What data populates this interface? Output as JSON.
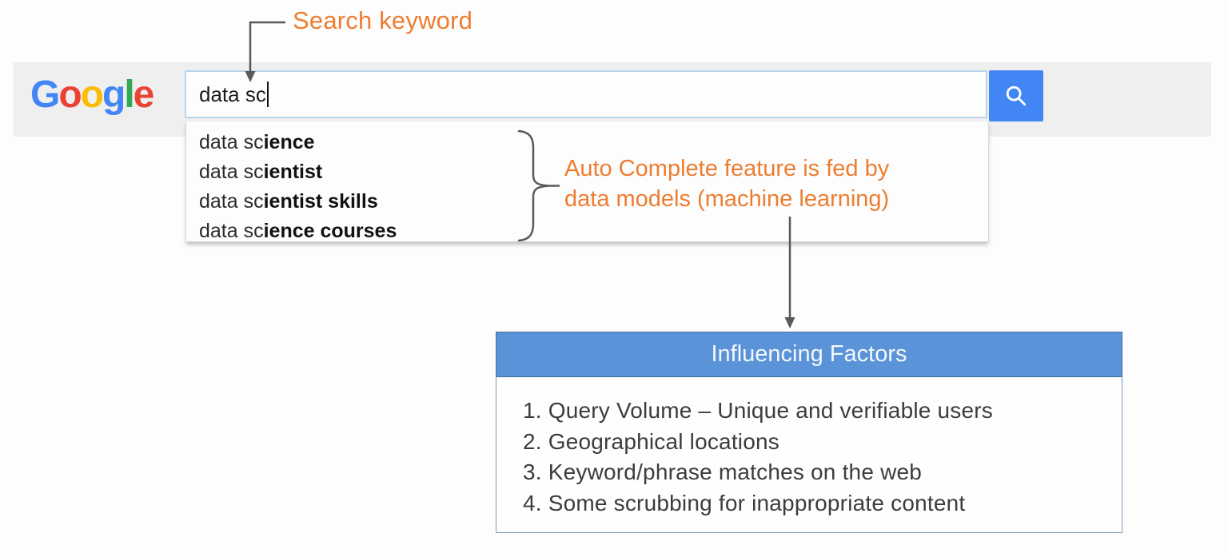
{
  "annotations": {
    "search_keyword": {
      "text": "Search keyword",
      "color": "#ED7D31"
    },
    "autocomplete_note": {
      "line1": "Auto Complete feature is fed by",
      "line2": "data models (machine learning)",
      "color": "#ED7D31"
    },
    "connector_color": "#595959"
  },
  "google_bar": {
    "logo": {
      "letters": [
        {
          "ch": "G",
          "color": "#4285F4"
        },
        {
          "ch": "o",
          "color": "#EA4335"
        },
        {
          "ch": "o",
          "color": "#FBBC05"
        },
        {
          "ch": "g",
          "color": "#4285F4"
        },
        {
          "ch": "l",
          "color": "#34A853"
        },
        {
          "ch": "e",
          "color": "#EA4335"
        }
      ]
    },
    "search_input": {
      "value": "data sc"
    },
    "search_button": {
      "icon": "magnifier-icon",
      "color": "#4285F4"
    }
  },
  "suggestions": [
    {
      "typed": "data sc",
      "completion": "ience"
    },
    {
      "typed": "data sc",
      "completion": "ientist"
    },
    {
      "typed": "data sc",
      "completion": "ientist skills"
    },
    {
      "typed": "data sc",
      "completion": "ience courses"
    }
  ],
  "influencing_factors": {
    "title": "Influencing Factors",
    "header_color": "#5b93d8",
    "items": [
      "1. Query Volume – Unique and verifiable users",
      "2. Geographical locations",
      "3. Keyword/phrase matches on the web",
      "4. Some scrubbing for inappropriate content"
    ]
  }
}
